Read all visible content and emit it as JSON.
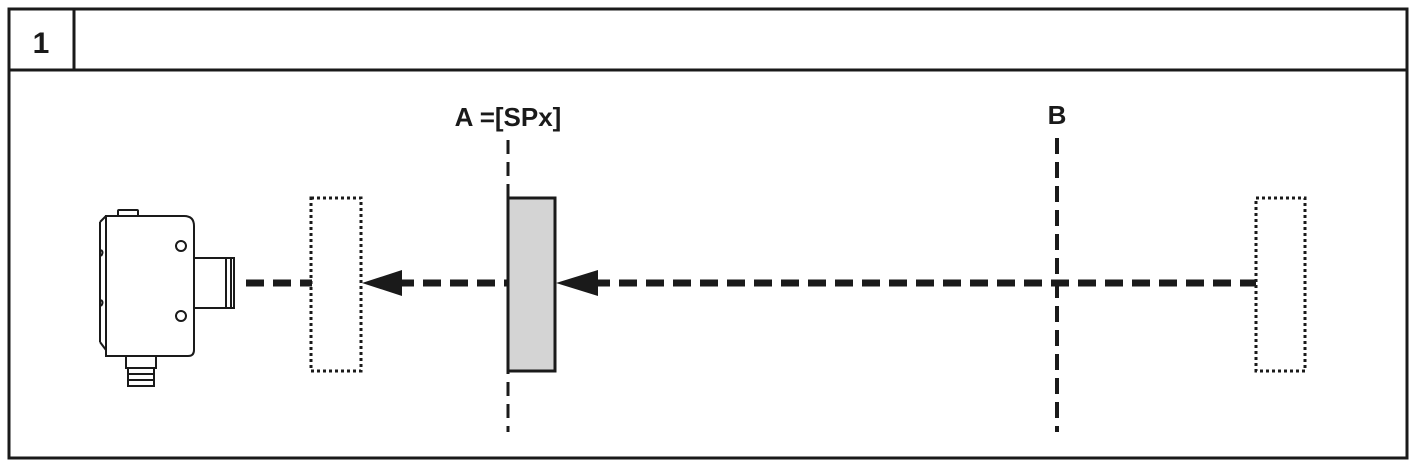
{
  "header": {
    "step_number": "1",
    "title": ""
  },
  "diagram": {
    "label_a": "A =[SPx]",
    "label_b": "B",
    "sensor_icon": "photoelectric-sensor-icon",
    "colors": {
      "line": "#1a1a1a",
      "target_fill": "#d4d4d4"
    }
  }
}
